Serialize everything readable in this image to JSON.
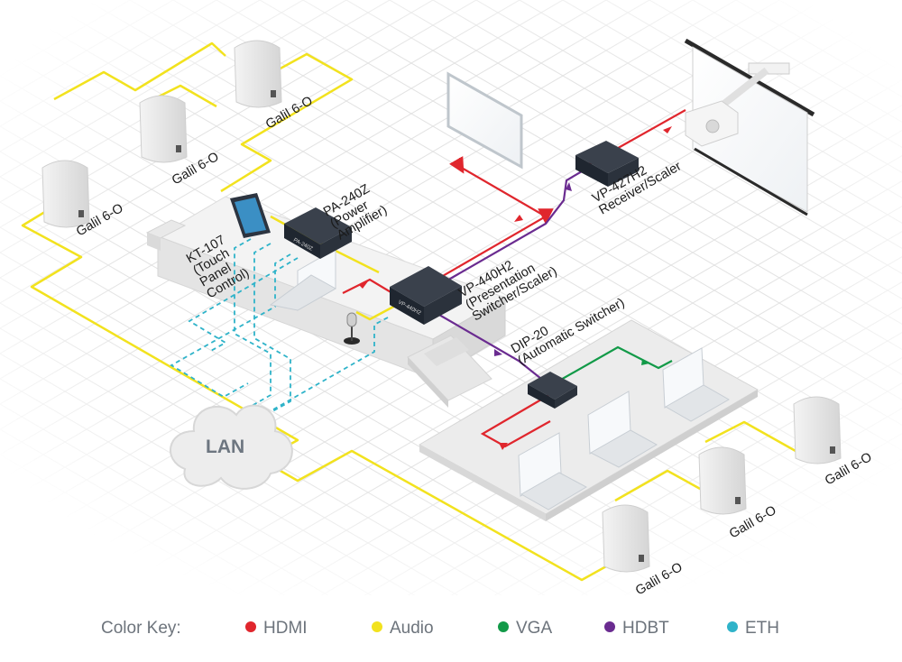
{
  "legend": {
    "title": "Color Key:",
    "items": [
      {
        "label": "HDMI",
        "color": "#e0262d"
      },
      {
        "label": "Audio",
        "color": "#f2e21e"
      },
      {
        "label": "VGA",
        "color": "#129a48"
      },
      {
        "label": "HDBT",
        "color": "#6a2b90"
      },
      {
        "label": "ETH",
        "color": "#2fb3c9"
      }
    ]
  },
  "colors": {
    "hdmi": "#e0262d",
    "audio": "#f2e21e",
    "vga": "#129a48",
    "hdbt": "#6a2b90",
    "eth": "#2fb3c9",
    "grid": "#e2e2e2",
    "device": "#1f2630"
  },
  "devices": {
    "kt107": {
      "line1": "KT-107",
      "line2": "(Touch",
      "line3": "Panel",
      "line4": "Control)"
    },
    "pa240z": {
      "line1": "PA-240Z",
      "line2": "(Power",
      "line3": "Amplifier)",
      "face": "PA-240Z"
    },
    "vp440h2": {
      "line1": "VP-440H2",
      "line2": "(Presentation",
      "line3": "Switcher/Scaler)",
      "face": "VP-440H2"
    },
    "vp427h2": {
      "line1": "VP-427H2",
      "line2": "Receiver/Scaler"
    },
    "dip20": {
      "line1": "DIP-20",
      "line2": "(Automatic Switcher)"
    },
    "lan": "LAN"
  },
  "speakers": [
    {
      "label": "Galil 6-O"
    },
    {
      "label": "Galil 6-O"
    },
    {
      "label": "Galil 6-O"
    },
    {
      "label": "Galil 6-O"
    },
    {
      "label": "Galil 6-O"
    },
    {
      "label": "Galil 6-O"
    }
  ]
}
